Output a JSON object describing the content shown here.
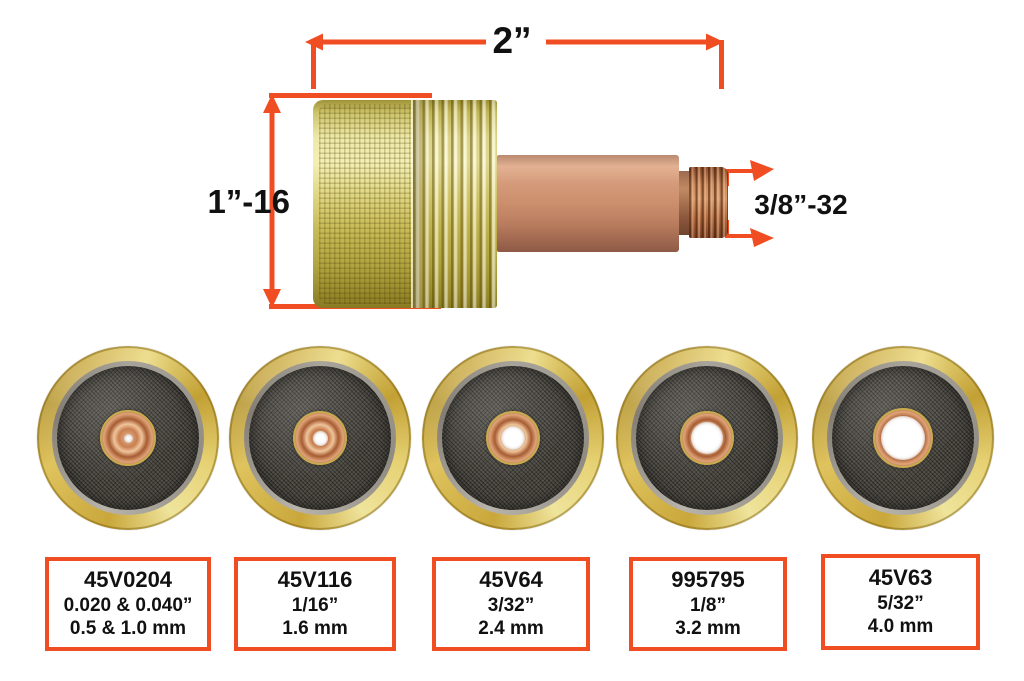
{
  "colors": {
    "accent": "#f04e22"
  },
  "dims": {
    "width_label": "2”",
    "left_label": "1”-16",
    "right_label": "3/8”-32"
  },
  "parts": [
    {
      "part_number": "45V0204",
      "size_in": "0.020 & 0.040”",
      "size_mm": "0.5 & 1.0 mm"
    },
    {
      "part_number": "45V116",
      "size_in": "1/16”",
      "size_mm": "1.6 mm"
    },
    {
      "part_number": "45V64",
      "size_in": "3/32”",
      "size_mm": "2.4 mm"
    },
    {
      "part_number": "995795",
      "size_in": "1/8”",
      "size_mm": "3.2 mm"
    },
    {
      "part_number": "45V63",
      "size_in": "5/32”",
      "size_mm": "4.0 mm"
    }
  ]
}
